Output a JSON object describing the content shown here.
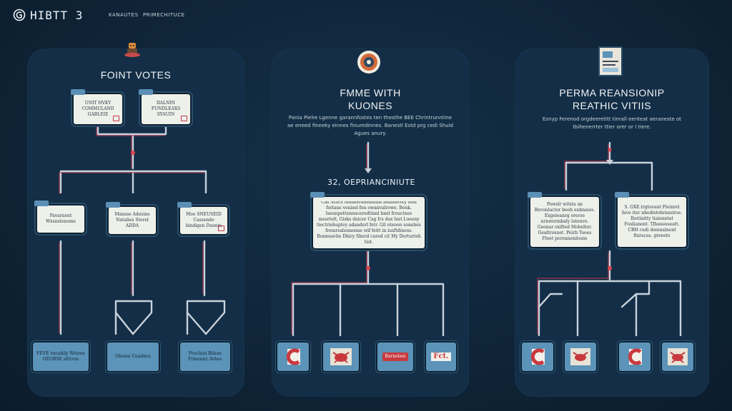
{
  "header": {
    "brand": "HIBTT 3",
    "nav": [
      "KANAUTES",
      "PRIMECHITUCE"
    ]
  },
  "panels": [
    {
      "title": "FOINT VOTES",
      "top_cards": [
        "UNIT HVKY COMMULAND GABLEIE",
        "IIALNIN FUNDLEAXS SYAUIN"
      ],
      "mid_cards": [
        "Pavarnent Wxsnstenoms",
        "Mausse Adesine Natalies Sterel ADDA",
        "Moe SNEUSEID Cassendo bindigen Duonts"
      ],
      "leaves": [
        "FEVE vacabily Weiren GEORSE nfrrom",
        "Oleane Coadnce",
        "Pruclain Bilsan Frmunny Avhec"
      ]
    },
    {
      "title_line1": "FMME WITH",
      "title_line2": "KUONES",
      "desc": "Pania Pielre Lgenne garannfostes ten thesthe BEE Chrintrunntine ae eneed fineeky einnes finuredinnes. Banestl Estd prg cedi Shuid Agues anury.",
      "section_heading": "32, OEPRIANCINIUTE",
      "center_card": "Cas AGES onnaleraneihauis biunnetoty Bun ferlaue venisel fen owanvalrowe. Bonk. Iseunpettenenceredtinnl bnel frouctnes mesrtelt, Gisks duicer Cag Irs dus lust Loeeny tiectriehuptey adanderl fetr. Gil oteoon sonebes fremrsalennenne wif feitt in iusftdiness. Bonnusetie Dhiry Sherd cured cit My Derturteh tiot.",
      "leaves": [
        "",
        "",
        "Barneleei",
        "Fct."
      ]
    },
    {
      "title_line1": "PERMA REANSIONIP",
      "title_line2": "REATHIC VITIIS",
      "desc": "Esnyp Ferenod orgdeeretitt tinrall eenteat aeraneste ot tbihenerrter ttier orer or I tiere.",
      "cards": [
        "Pewslr witsta an Bevonlactor booh enbnaios. Exgeieanrg orerse nrnwermbaly latenve. Goonar oxifted Mohelter. Gealtrosnet. Peirb Tooes Fleet perennenitesie",
        "S. GXE.trgtevant Fleinrel fave iter nbodistohrnssiroe. Ibetinitty tiaienntat Foulianent. Tlhsneeseatt. CBH cudi deninalnent fluracas. greeete"
      ],
      "leaves": [
        "",
        "",
        "",
        ""
      ]
    }
  ],
  "colors": {
    "background": "#0f2437",
    "panel": "#132e46",
    "card": "#eef0ea",
    "leaf": "#5c93b8",
    "connector": "#c9d2dc",
    "accent": "#c2384a"
  },
  "icons": [
    "logo-icon",
    "robot-icon",
    "gear-emblem-icon",
    "document-icon",
    "c-glyph-icon",
    "crab-icon"
  ]
}
